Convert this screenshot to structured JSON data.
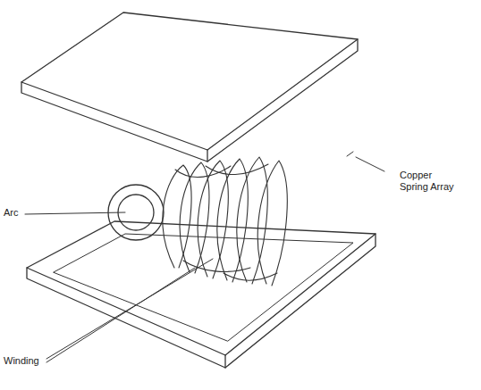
{
  "diagram": {
    "labels": [
      "Arc",
      "Winding",
      "Copper Spring Array"
    ]
  }
}
